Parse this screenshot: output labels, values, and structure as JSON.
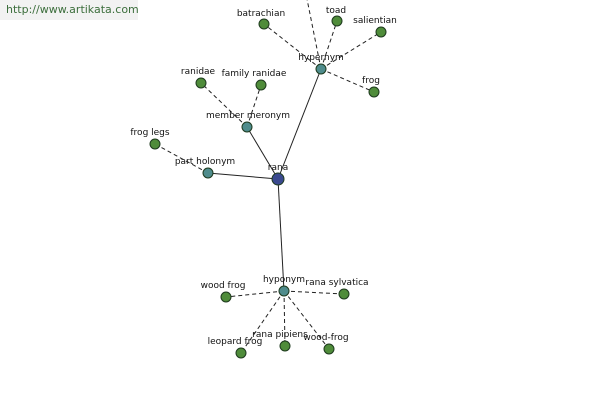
{
  "site_url": "http://www.artikata.com",
  "colors": {
    "center": "#3b4a8f",
    "relation": "#4f8c8c",
    "word": "#4f8c3a",
    "edge": "#222222"
  },
  "nodes": [
    {
      "id": "rana",
      "label": "rana",
      "kind": "center"
    },
    {
      "id": "hypernym",
      "label": "hypernym",
      "kind": "relation"
    },
    {
      "id": "member-meronym",
      "label": "member meronym",
      "kind": "relation"
    },
    {
      "id": "part-holonym",
      "label": "part holonym",
      "kind": "relation"
    },
    {
      "id": "hyponym",
      "label": "hyponym",
      "kind": "relation"
    },
    {
      "id": "batrachian",
      "label": "batrachian",
      "kind": "word"
    },
    {
      "id": "toad",
      "label": "toad",
      "kind": "word"
    },
    {
      "id": "salientian",
      "label": "salientian",
      "kind": "word"
    },
    {
      "id": "frog",
      "label": "frog",
      "kind": "word"
    },
    {
      "id": "ranidae",
      "label": "ranidae",
      "kind": "word"
    },
    {
      "id": "family-ranidae",
      "label": "family ranidae",
      "kind": "word"
    },
    {
      "id": "frog-legs",
      "label": "frog legs",
      "kind": "word"
    },
    {
      "id": "wood-frog-a",
      "label": "wood frog",
      "kind": "word"
    },
    {
      "id": "rana-sylvatica",
      "label": "rana sylvatica",
      "kind": "word"
    },
    {
      "id": "leopard-frog",
      "label": "leopard frog",
      "kind": "word"
    },
    {
      "id": "rana-pipiens",
      "label": "rana pipiens",
      "kind": "word"
    },
    {
      "id": "wood-frog-b",
      "label": "wood-frog",
      "kind": "word"
    },
    {
      "id": "offscreen-word",
      "label": "",
      "kind": "word"
    }
  ],
  "edges": [
    {
      "from": "rana",
      "to": "hypernym",
      "style": "solid"
    },
    {
      "from": "rana",
      "to": "member-meronym",
      "style": "solid"
    },
    {
      "from": "rana",
      "to": "part-holonym",
      "style": "solid"
    },
    {
      "from": "rana",
      "to": "hyponym",
      "style": "solid"
    },
    {
      "from": "hypernym",
      "to": "batrachian",
      "style": "dashed"
    },
    {
      "from": "hypernym",
      "to": "toad",
      "style": "dashed"
    },
    {
      "from": "hypernym",
      "to": "salientian",
      "style": "dashed"
    },
    {
      "from": "hypernym",
      "to": "frog",
      "style": "dashed"
    },
    {
      "from": "hypernym",
      "to": "offscreen-word",
      "style": "dashed"
    },
    {
      "from": "member-meronym",
      "to": "ranidae",
      "style": "dashed"
    },
    {
      "from": "member-meronym",
      "to": "family-ranidae",
      "style": "dashed"
    },
    {
      "from": "part-holonym",
      "to": "frog-legs",
      "style": "dashed"
    },
    {
      "from": "hyponym",
      "to": "wood-frog-a",
      "style": "dashed"
    },
    {
      "from": "hyponym",
      "to": "rana-sylvatica",
      "style": "dashed"
    },
    {
      "from": "hyponym",
      "to": "leopard-frog",
      "style": "dashed"
    },
    {
      "from": "hyponym",
      "to": "rana-pipiens",
      "style": "dashed"
    },
    {
      "from": "hyponym",
      "to": "wood-frog-b",
      "style": "dashed"
    }
  ]
}
